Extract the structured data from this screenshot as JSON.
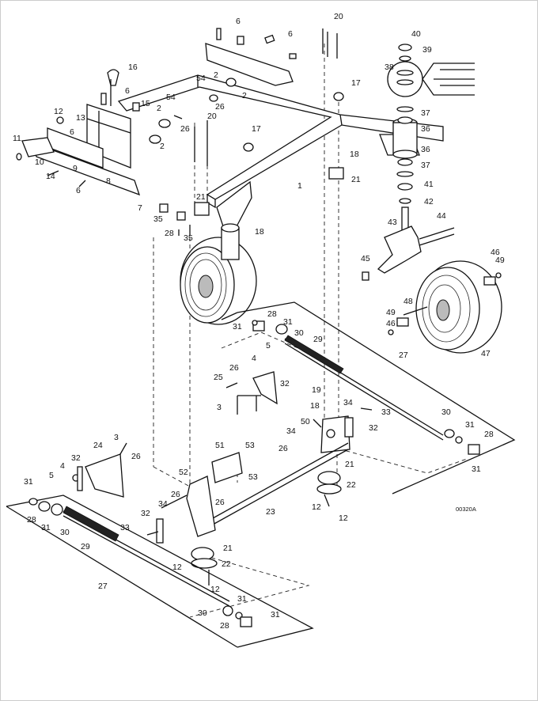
{
  "diagram": {
    "code": "00320A",
    "callouts": [
      {
        "id": "c20",
        "text": "20"
      },
      {
        "id": "c6a",
        "text": "6"
      },
      {
        "id": "c6b",
        "text": "6"
      },
      {
        "id": "c40",
        "text": "40"
      },
      {
        "id": "c39",
        "text": "39"
      },
      {
        "id": "c38",
        "text": "38"
      },
      {
        "id": "c16",
        "text": "16"
      },
      {
        "id": "c6c",
        "text": "6"
      },
      {
        "id": "c15",
        "text": "15"
      },
      {
        "id": "c54a",
        "text": "54"
      },
      {
        "id": "c2a",
        "text": "2"
      },
      {
        "id": "c2b",
        "text": "2"
      },
      {
        "id": "c17a",
        "text": "17"
      },
      {
        "id": "c37a",
        "text": "37"
      },
      {
        "id": "c12a",
        "text": "12"
      },
      {
        "id": "c13",
        "text": "13"
      },
      {
        "id": "c2c",
        "text": "2"
      },
      {
        "id": "c54b",
        "text": "54"
      },
      {
        "id": "c26a",
        "text": "26"
      },
      {
        "id": "c26b",
        "text": "26"
      },
      {
        "id": "c20b",
        "text": "20"
      },
      {
        "id": "c36a",
        "text": "36"
      },
      {
        "id": "c11",
        "text": "11"
      },
      {
        "id": "c6d",
        "text": "6"
      },
      {
        "id": "c2d",
        "text": "2"
      },
      {
        "id": "c17b",
        "text": "17"
      },
      {
        "id": "c36b",
        "text": "36"
      },
      {
        "id": "c10",
        "text": "10"
      },
      {
        "id": "c18a",
        "text": "18"
      },
      {
        "id": "c37b",
        "text": "37"
      },
      {
        "id": "c14",
        "text": "14"
      },
      {
        "id": "c9",
        "text": "9"
      },
      {
        "id": "c1",
        "text": "1"
      },
      {
        "id": "c21a",
        "text": "21"
      },
      {
        "id": "c41",
        "text": "41"
      },
      {
        "id": "c6e",
        "text": "6"
      },
      {
        "id": "c8",
        "text": "8"
      },
      {
        "id": "c42",
        "text": "42"
      },
      {
        "id": "c21b",
        "text": "21"
      },
      {
        "id": "c7",
        "text": "7"
      },
      {
        "id": "c35a",
        "text": "35"
      },
      {
        "id": "c43",
        "text": "43"
      },
      {
        "id": "c44",
        "text": "44"
      },
      {
        "id": "c28a",
        "text": "28"
      },
      {
        "id": "c35b",
        "text": "35"
      },
      {
        "id": "c18b",
        "text": "18"
      },
      {
        "id": "c45",
        "text": "45"
      },
      {
        "id": "c49a",
        "text": "49"
      },
      {
        "id": "c46a",
        "text": "46"
      },
      {
        "id": "c48",
        "text": "48"
      },
      {
        "id": "c49b",
        "text": "49"
      },
      {
        "id": "c46b",
        "text": "46"
      },
      {
        "id": "c47",
        "text": "47"
      },
      {
        "id": "c31a",
        "text": "31"
      },
      {
        "id": "c28b",
        "text": "28"
      },
      {
        "id": "c30a",
        "text": "30"
      },
      {
        "id": "c31b",
        "text": "31"
      },
      {
        "id": "c29a",
        "text": "29"
      },
      {
        "id": "c5a",
        "text": "5"
      },
      {
        "id": "c4a",
        "text": "4"
      },
      {
        "id": "c27a",
        "text": "27"
      },
      {
        "id": "c26c",
        "text": "26"
      },
      {
        "id": "c25",
        "text": "25"
      },
      {
        "id": "c32a",
        "text": "32"
      },
      {
        "id": "c3a",
        "text": "3"
      },
      {
        "id": "c19",
        "text": "19"
      },
      {
        "id": "c18c",
        "text": "18"
      },
      {
        "id": "c34a",
        "text": "34"
      },
      {
        "id": "c33a",
        "text": "33"
      },
      {
        "id": "c50",
        "text": "50"
      },
      {
        "id": "c32b",
        "text": "32"
      },
      {
        "id": "c30b",
        "text": "30"
      },
      {
        "id": "c31c",
        "text": "31"
      },
      {
        "id": "c34b",
        "text": "34"
      },
      {
        "id": "c26d",
        "text": "26"
      },
      {
        "id": "c28c",
        "text": "28"
      },
      {
        "id": "c31d",
        "text": "31"
      },
      {
        "id": "c3b",
        "text": "3"
      },
      {
        "id": "c24",
        "text": "24"
      },
      {
        "id": "c26e",
        "text": "26"
      },
      {
        "id": "c32c",
        "text": "32"
      },
      {
        "id": "c4b",
        "text": "4"
      },
      {
        "id": "c5b",
        "text": "5"
      },
      {
        "id": "c51",
        "text": "51"
      },
      {
        "id": "c53a",
        "text": "53"
      },
      {
        "id": "c53b",
        "text": "53"
      },
      {
        "id": "c21c",
        "text": "21"
      },
      {
        "id": "c22a",
        "text": "22"
      },
      {
        "id": "c52",
        "text": "52"
      },
      {
        "id": "c31e",
        "text": "31"
      },
      {
        "id": "c26f",
        "text": "26"
      },
      {
        "id": "c26g",
        "text": "26"
      },
      {
        "id": "c12b",
        "text": "12"
      },
      {
        "id": "c12c",
        "text": "12"
      },
      {
        "id": "c34c",
        "text": "34"
      },
      {
        "id": "c23",
        "text": "23"
      },
      {
        "id": "c28d",
        "text": "28"
      },
      {
        "id": "c31f",
        "text": "31"
      },
      {
        "id": "c30c",
        "text": "30"
      },
      {
        "id": "c32d",
        "text": "32"
      },
      {
        "id": "c33b",
        "text": "33"
      },
      {
        "id": "c29b",
        "text": "29"
      },
      {
        "id": "c21d",
        "text": "21"
      },
      {
        "id": "c12d",
        "text": "12"
      },
      {
        "id": "c22b",
        "text": "22"
      },
      {
        "id": "c12e",
        "text": "12"
      },
      {
        "id": "c27b",
        "text": "27"
      },
      {
        "id": "c31g",
        "text": "31"
      },
      {
        "id": "c30d",
        "text": "30"
      },
      {
        "id": "c28e",
        "text": "28"
      },
      {
        "id": "c31h",
        "text": "31"
      }
    ]
  }
}
